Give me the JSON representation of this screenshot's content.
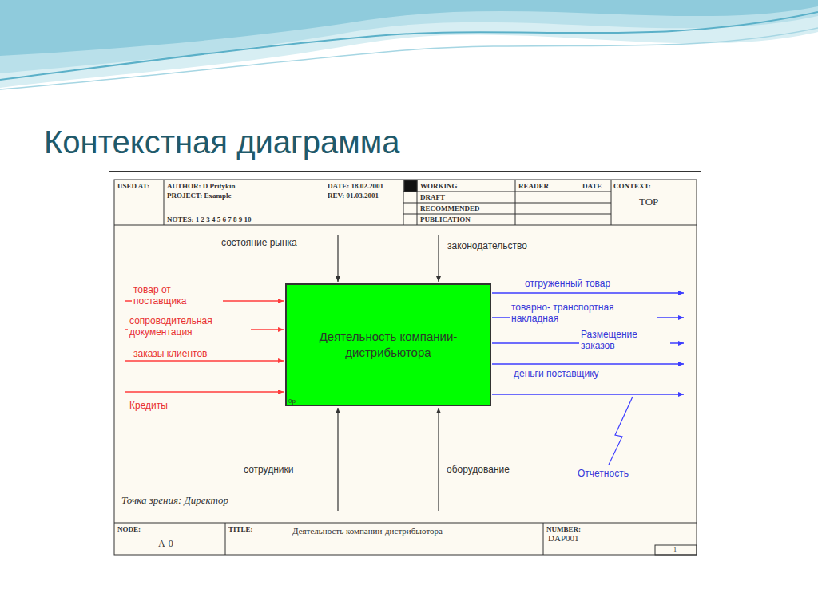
{
  "diagram": {
    "title": "Контекстная диаграмма",
    "nodes": [
      {
        "text": [
          "Деятельность компании-дистрибьютора",
          "0р"
        ]
      }
    ],
    "labels": [
      "USED AT:",
      "AUTHOR: D Pritykin",
      "PROJECT: Example",
      "DATE: 18.02.2001",
      "REV: 01.03.2001",
      "NOTES: 1 2 3 4 5 6 7 8 9 10",
      "WORKING",
      "DRAFT",
      "RECOMMENDED",
      "PUBLICATION",
      "READER",
      "DATE",
      "CONTEXT:",
      "TOP",
      "состояние рынка",
      "законодательство",
      "товар от поставщика",
      "сопроводительная документация",
      "заказы клиентов",
      "Кредиты",
      "отгруженный товар",
      "товарно- транспортная накладная",
      "Размещение заказов",
      "деньги поставщику",
      "Отчетность",
      "сотрудники",
      "оборудование",
      "Точка зрения: Директор",
      "NODE:",
      "A-0",
      "TITLE:",
      "Деятельность компании-дистрибьютора",
      "NUMBER:",
      "DAP001",
      "1"
    ]
  }
}
